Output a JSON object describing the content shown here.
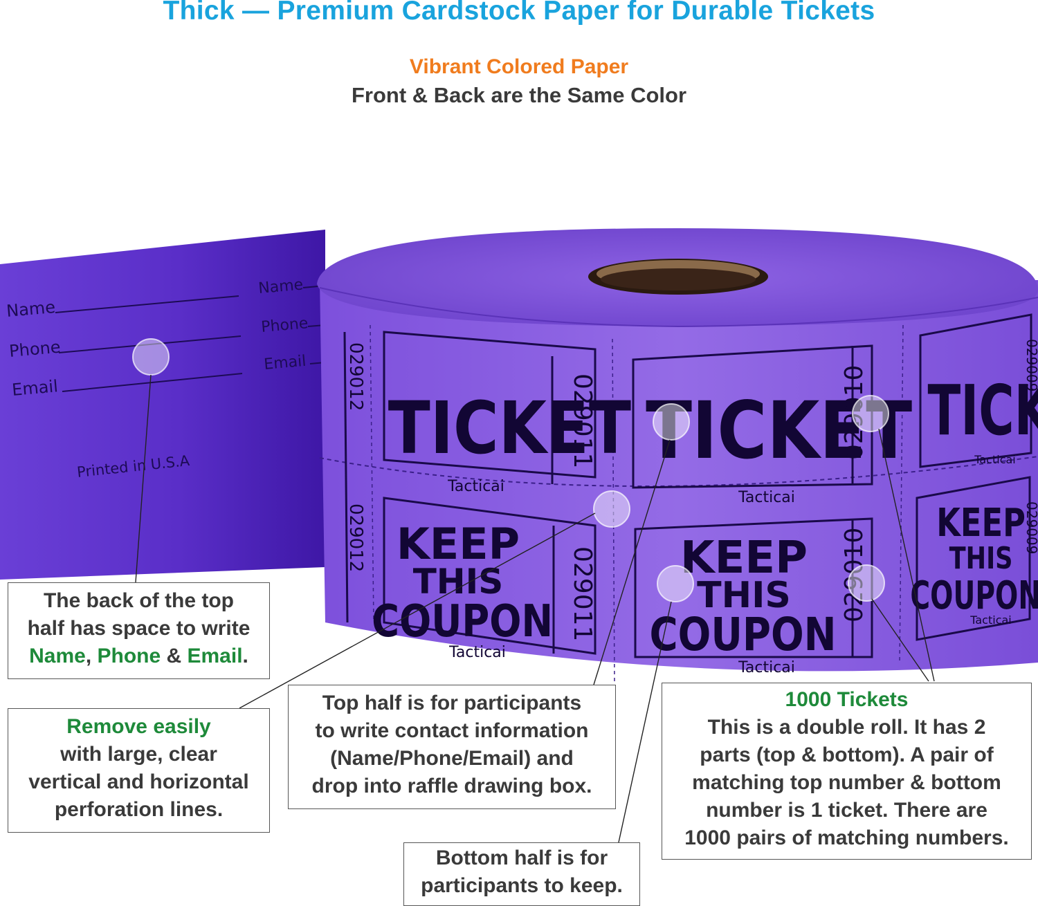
{
  "header": {
    "title": "Thick — Premium Cardstock Paper for Durable Tickets",
    "subtitle_accent": "Vibrant Colored Paper",
    "subtitle": "Front & Back are the Same Color"
  },
  "colors": {
    "title": "#19a3dd",
    "accent": "#f07c1e",
    "highlight": "#1e8a3a",
    "ticket_purple": "#8a5ce0",
    "ticket_dark": "#4a1fb0"
  },
  "strip_back": {
    "name": "Name",
    "phone": "Phone",
    "email": "Email",
    "printed": "Printed in U.S.A"
  },
  "roll": {
    "ticket_word": "TICKET",
    "keep": "KEEP",
    "this": "THIS",
    "coupon": "COUPON",
    "brand": "Tacticai",
    "numbers": [
      "029012",
      "029011",
      "029010",
      "029009"
    ]
  },
  "callouts": {
    "back": {
      "line1": "The back of the top",
      "line2": "half has space to write",
      "name": "Name",
      "sep1": ", ",
      "phone": "Phone",
      "sep2": " & ",
      "email": "Email",
      "end": "."
    },
    "remove": {
      "head": "Remove easily",
      "line1": "with large, clear",
      "line2": "vertical and horizontal",
      "line3": "perforation lines."
    },
    "top_half": {
      "line1": "Top half is for participants",
      "line2": "to write contact information",
      "line3": "(Name/Phone/Email) and",
      "line4": "drop into raffle drawing box."
    },
    "bottom_half": {
      "line1": "Bottom half is for",
      "line2": "participants to keep."
    },
    "tickets": {
      "head": "1000 Tickets",
      "line1": "This is a double roll. It has 2",
      "line2": "parts (top & bottom). A pair of",
      "line3": "matching top number & bottom",
      "line4": "number is 1 ticket. There are",
      "line5": "1000 pairs of matching numbers."
    }
  }
}
